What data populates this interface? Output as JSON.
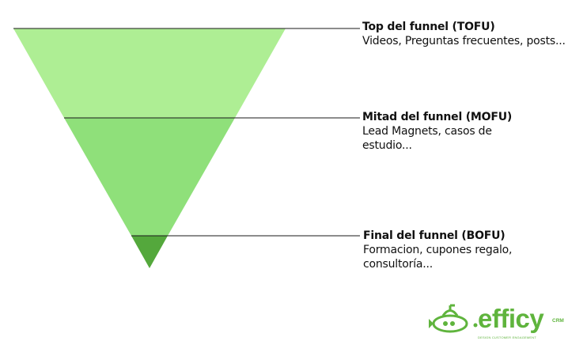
{
  "colors": {
    "tofu_fill": "#aeee94",
    "mofu_fill": "#8fe07a",
    "bofu_fill": "#54a83c",
    "line": "#1a1a1a",
    "brand": "#5fb43d"
  },
  "stages": [
    {
      "title": "Top del funnel (TOFU)",
      "description": "Videos, Preguntas frecuentes, posts..."
    },
    {
      "title": "Mitad del funnel (MOFU)",
      "description": "Lead Magnets, casos de estudio..."
    },
    {
      "title": "Final del funnel (BOFU)",
      "description": "Formacion, cupones regalo, consultoría..."
    }
  ],
  "logo": {
    "icon": "submarine-icon",
    "wordmark": "efficy",
    "suffix": "CRM",
    "tagline": "DESIGN CUSTOMER ENGAGEMENT"
  }
}
